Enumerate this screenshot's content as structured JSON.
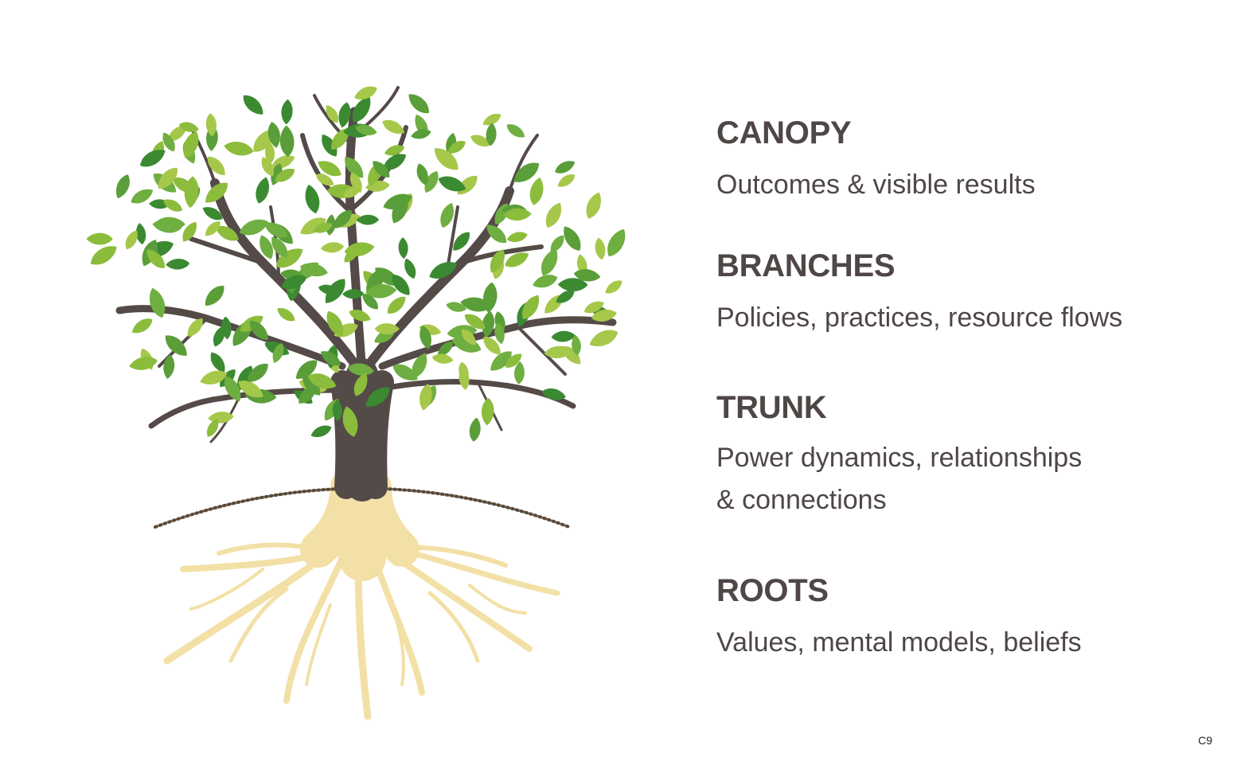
{
  "layers": [
    {
      "title": "CANOPY",
      "description": "Outcomes & visible results"
    },
    {
      "title": "BRANCHES",
      "description": "Policies, practices, resource flows"
    },
    {
      "title": "TRUNK",
      "description": "Power dynamics, relationships\n& connections"
    },
    {
      "title": "ROOTS",
      "description": "Values, mental models, beliefs"
    }
  ],
  "page_number": "C9",
  "colors": {
    "text": "#4f4646",
    "trunk": "#544a48",
    "roots": "#f2e0a6",
    "ground_dots": "#5a4a3a",
    "leaf_shades": [
      "#8cbc3c",
      "#5a9e3a",
      "#3b8a32",
      "#a6c84a",
      "#6fae40"
    ]
  },
  "icons": {
    "illustration": "tree-with-roots-icon"
  }
}
